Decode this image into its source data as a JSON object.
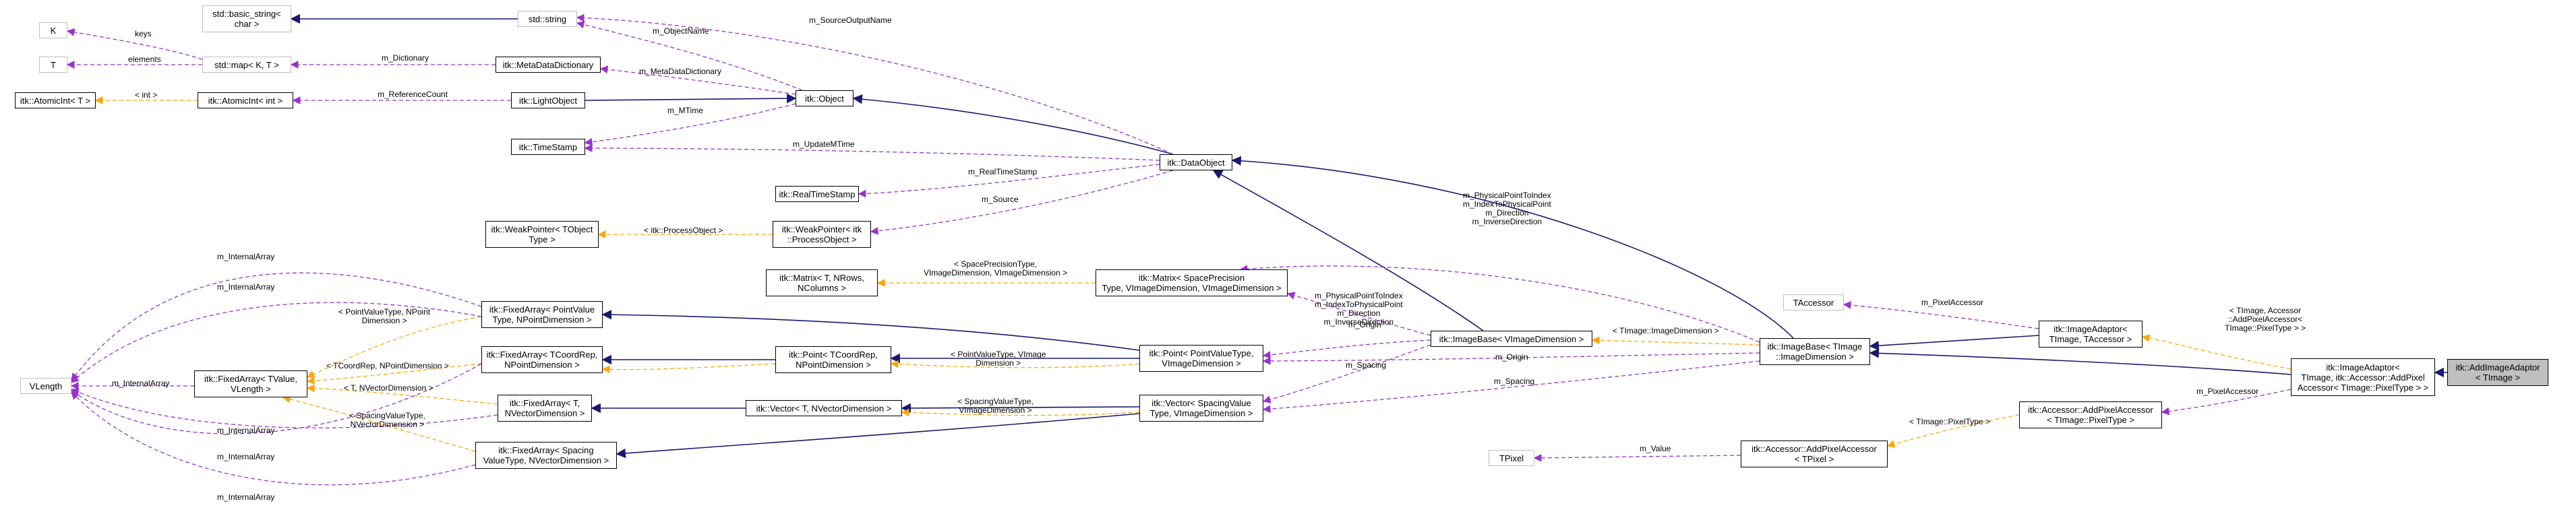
{
  "colors": {
    "inheritance": "#191970",
    "usage": "#9a32cd",
    "template": "#ffa500",
    "border": "#000000",
    "gray_border": "#bfbfbf",
    "highlight": "#bfbfbf"
  },
  "nodes": {
    "K": [
      "K"
    ],
    "T": [
      "T"
    ],
    "AtomicIntT": [
      "itk::AtomicInt< T >"
    ],
    "basicString": [
      "std::basic_string<",
      "char >"
    ],
    "mapKT": [
      "std::map< K, T >"
    ],
    "AtomicIntInt": [
      "itk::AtomicInt< int >"
    ],
    "stdString": [
      "std::string"
    ],
    "MetaDataDictionary": [
      "itk::MetaDataDictionary"
    ],
    "LightObject": [
      "itk::LightObject"
    ],
    "Object": [
      "itk::Object"
    ],
    "TimeStamp": [
      "itk::TimeStamp"
    ],
    "RealTimeStamp": [
      "itk::RealTimeStamp"
    ],
    "DataObject": [
      "itk::DataObject"
    ],
    "WeakPointerT": [
      "itk::WeakPointer< TObject",
      "Type >"
    ],
    "WeakPointerPO": [
      "itk::WeakPointer< itk",
      "::ProcessObject >"
    ],
    "MatrixT": [
      "itk::Matrix< T, NRows,",
      "NColumns >"
    ],
    "MatrixSP": [
      "itk::Matrix< SpacePrecision",
      "Type, VImageDimension, VImageDimension >"
    ],
    "FixedArrayPV": [
      "itk::FixedArray< PointValue",
      "Type, NPointDimension >"
    ],
    "FixedArrayTC": [
      "itk::FixedArray< TCoordRep,",
      "NPointDimension >"
    ],
    "FixedArrayTV": [
      "itk::FixedArray< TValue,",
      "VLength >"
    ],
    "FixedArrayTN": [
      "itk::FixedArray< T,",
      "NVectorDimension >"
    ],
    "FixedArraySpacing": [
      "itk::FixedArray< Spacing",
      "ValueType, NVectorDimension >"
    ],
    "VLength": [
      "VLength"
    ],
    "PointTC": [
      "itk::Point< TCoordRep,",
      "NPointDimension >"
    ],
    "VectorTN": [
      "itk::Vector< T, NVectorDimension >"
    ],
    "PointPV": [
      "itk::Point< PointValueType,",
      "VImageDimension >"
    ],
    "VectorSV": [
      "itk::Vector< SpacingValue",
      "Type, VImageDimension >"
    ],
    "ImageBaseV": [
      "itk::ImageBase< VImageDimension >"
    ],
    "ImageBaseT": [
      "itk::ImageBase< TImage",
      "::ImageDimension >"
    ],
    "TAccessor": [
      "TAccessor"
    ],
    "ImageAdaptorT": [
      "itk::ImageAdaptor<",
      "TImage, TAccessor >"
    ],
    "ImageAdaptorA": [
      "itk::ImageAdaptor<",
      "TImage, itk::Accessor::AddPixel",
      "Accessor< TImage::PixelType > >"
    ],
    "AddImageAdaptor": [
      "itk::AddImageAdaptor",
      "< TImage >"
    ],
    "AddPixelAccessorPT": [
      "itk::Accessor::AddPixelAccessor",
      "< TImage::PixelType >"
    ],
    "AddPixelAccessorT": [
      "itk::Accessor::AddPixelAccessor",
      "< TPixel >"
    ],
    "TPixel": [
      "TPixel"
    ]
  },
  "edge_labels": {
    "keys": [
      "keys"
    ],
    "elements": [
      "elements"
    ],
    "int": [
      "< int >"
    ],
    "mDictionary": [
      "m_Dictionary"
    ],
    "mReferenceCount": [
      "m_ReferenceCount"
    ],
    "mObjectName": [
      "m_ObjectName"
    ],
    "mMetaDataDictionary": [
      "m_MetaDataDictionary"
    ],
    "mMTime": [
      "m_MTime"
    ],
    "mSourceOutputName": [
      "m_SourceOutputName"
    ],
    "mUpdateMTime": [
      "m_UpdateMTime"
    ],
    "mRealTimeStamp": [
      "m_RealTimeStamp"
    ],
    "mSource": [
      "m_Source"
    ],
    "processObject": [
      "< itk::ProcessObject >"
    ],
    "spacePrecision": [
      "< SpacePrecisionType,",
      "VImageDimension, VImageDimension >"
    ],
    "mPhysicalPointToIndexA": [
      "m_PhysicalPointToIndex",
      "m_IndexToPhysicalPoint",
      "m_Direction",
      "m_InverseDirection"
    ],
    "mPhysicalPointToIndexB": [
      "m_PhysicalPointToIndex",
      "m_IndexToPhysicalPoint",
      "m_Direction",
      "m_InverseDirection"
    ],
    "mInternalArray1": [
      "m_InternalArray"
    ],
    "mInternalArray2": [
      "m_InternalArray"
    ],
    "mInternalArray3": [
      "m_InternalArray"
    ],
    "mInternalArray4": [
      "m_InternalArray"
    ],
    "mInternalArray5": [
      "m_InternalArray"
    ],
    "mInternalArray6": [
      "m_InternalArray"
    ],
    "pointValueTypeNPoint": [
      "< PointValueType, NPoint",
      "Dimension >"
    ],
    "tcoordrepNPoint": [
      "< TCoordRep, NPointDimension >"
    ],
    "tNVector": [
      "< T, NVectorDimension >"
    ],
    "spacingValueNVector": [
      "< SpacingValueType,",
      "NVectorDimension >"
    ],
    "pointValueVImage": [
      "< PointValueType, VImage",
      "Dimension >"
    ],
    "spacingValueVImage": [
      "< SpacingValueType,",
      "VImageDimension >"
    ],
    "mOriginA": [
      "m_Origin"
    ],
    "mOriginB": [
      "m_Origin"
    ],
    "mSpacingA": [
      "m_Spacing"
    ],
    "mSpacingB": [
      "m_Spacing"
    ],
    "timageDim": [
      "< TImage::ImageDimension >"
    ],
    "mPixelAccessorA": [
      "m_PixelAccessor"
    ],
    "mPixelAccessorB": [
      "m_PixelAccessor"
    ],
    "timageAccessor": [
      "< TImage, Accessor",
      "::AddPixelAccessor<",
      "TImage::PixelType > >"
    ],
    "timagePixelType": [
      "< TImage::PixelType >"
    ],
    "mValue": [
      "m_Value"
    ]
  }
}
